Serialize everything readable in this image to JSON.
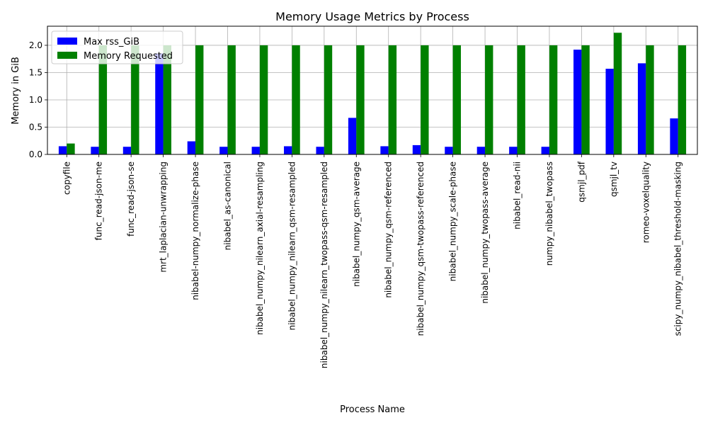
{
  "chart_data": {
    "type": "bar",
    "title": "Memory Usage Metrics by Process",
    "xlabel": "Process Name",
    "ylabel": "Memory in GiB",
    "ylim": [
      0,
      2.35
    ],
    "yticks": [
      "0.0",
      "0.5",
      "1.0",
      "1.5",
      "2.0"
    ],
    "grid": true,
    "legend_position": "top-left",
    "categories": [
      "copyfile",
      "func_read-json-me",
      "func_read-json-se",
      "mrt_laplacian-unwrapping",
      "nibabel-numpy_normalize-phase",
      "nibabel_as-canonical",
      "nibabel_numpy_nilearn_axial-resampling",
      "nibabel_numpy_nilearn_qsm-resampled",
      "nibabel_numpy_nilearn_twopass-qsm-resampled",
      "nibabel_numpy_qsm-average",
      "nibabel_numpy_qsm-referenced",
      "nibabel_numpy_qsm-twopass-referenced",
      "nibabel_numpy_scale-phase",
      "nibabel_numpy_twopass-average",
      "nibabel_read-nii",
      "numpy_nibabel_twopass",
      "qsmjl_pdf",
      "qsmjl_tv",
      "romeo-voxelquality",
      "scipy_numpy_nibabel_threshold-masking"
    ],
    "series": [
      {
        "name": "Max rss_GiB",
        "color": "#0000ff",
        "values": [
          0.15,
          0.14,
          0.14,
          1.85,
          0.24,
          0.14,
          0.14,
          0.15,
          0.14,
          0.67,
          0.15,
          0.17,
          0.14,
          0.14,
          0.14,
          0.14,
          1.92,
          1.57,
          1.67,
          0.66
        ]
      },
      {
        "name": "Memory Requested",
        "color": "#008000",
        "values": [
          0.2,
          2.0,
          2.0,
          2.0,
          2.0,
          2.0,
          2.0,
          2.0,
          2.0,
          2.0,
          2.0,
          2.0,
          2.0,
          2.0,
          2.0,
          2.0,
          2.0,
          2.23,
          2.0,
          2.0
        ]
      }
    ]
  }
}
